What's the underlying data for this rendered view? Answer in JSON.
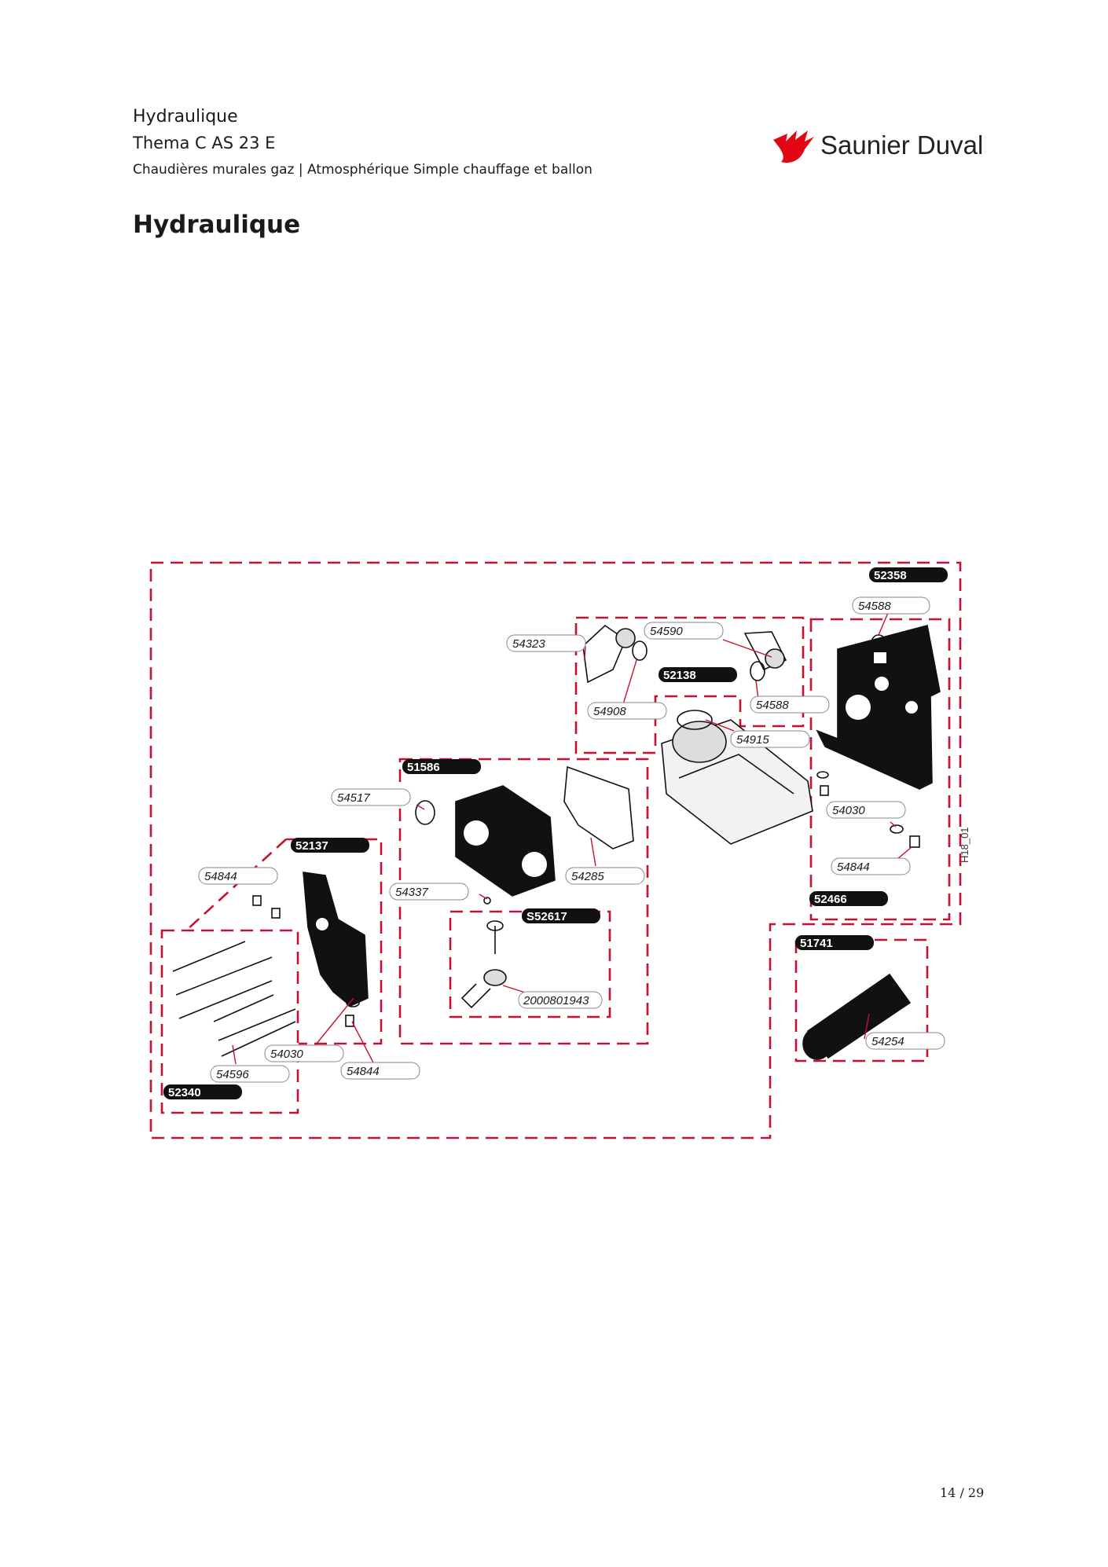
{
  "header": {
    "section": "Hydraulique",
    "model": "Thema C AS 23 E",
    "subtitle": "Chaudières murales gaz | Atmosphérique Simple chauffage et ballon",
    "brand": "Saunier Duval",
    "brand_color": "#e30613"
  },
  "page_title": "Hydraulique",
  "diagram": {
    "ref_code": "H18_01",
    "accent_color": "#c8102e",
    "assemblies": [
      "52358",
      "52138",
      "51586",
      "52137",
      "S52617",
      "52466",
      "51741",
      "52340"
    ],
    "parts": [
      "54588",
      "54590",
      "54323",
      "54588",
      "54908",
      "54915",
      "54517",
      "54030",
      "54285",
      "54844",
      "54337",
      "54844",
      "2000801943",
      "54254",
      "54030",
      "54596",
      "54844"
    ]
  },
  "footer": {
    "page": "14 / 29"
  }
}
